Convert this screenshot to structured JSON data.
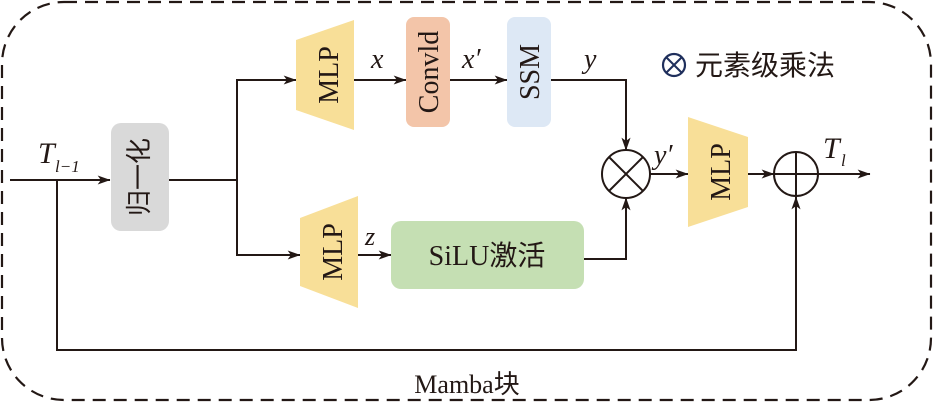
{
  "diagram": {
    "container_label": "Mamba块",
    "legend": {
      "symbol": "⊗",
      "text": "元素级乘法",
      "symbol_color": "#1f2f5c"
    },
    "input_label": {
      "main": "T",
      "sub": "l−1"
    },
    "output_label": {
      "main": "T",
      "sub": "l"
    },
    "nodes": {
      "normalize": {
        "label": "归一化",
        "color": "#d9d9d9"
      },
      "mlp_x": {
        "label": "MLP",
        "color": "#f8df98"
      },
      "conv1d": {
        "label": "Convld",
        "color": "#f3c5a9"
      },
      "ssm": {
        "label": "SSM",
        "color": "#dde8f5"
      },
      "mlp_z": {
        "label": "MLP",
        "color": "#f8df98"
      },
      "silu": {
        "label": "SiLU激活",
        "color": "#c5dfb3"
      },
      "mlp_out": {
        "label": "MLP",
        "color": "#f8df98"
      },
      "multiply": {
        "symbol": "⊗"
      },
      "add": {
        "symbol": "⊕"
      }
    },
    "edge_labels": {
      "x": "x",
      "x_prime": "x′",
      "y": "y",
      "y_prime": "y′",
      "z": "z"
    },
    "text_color": "#231815"
  }
}
